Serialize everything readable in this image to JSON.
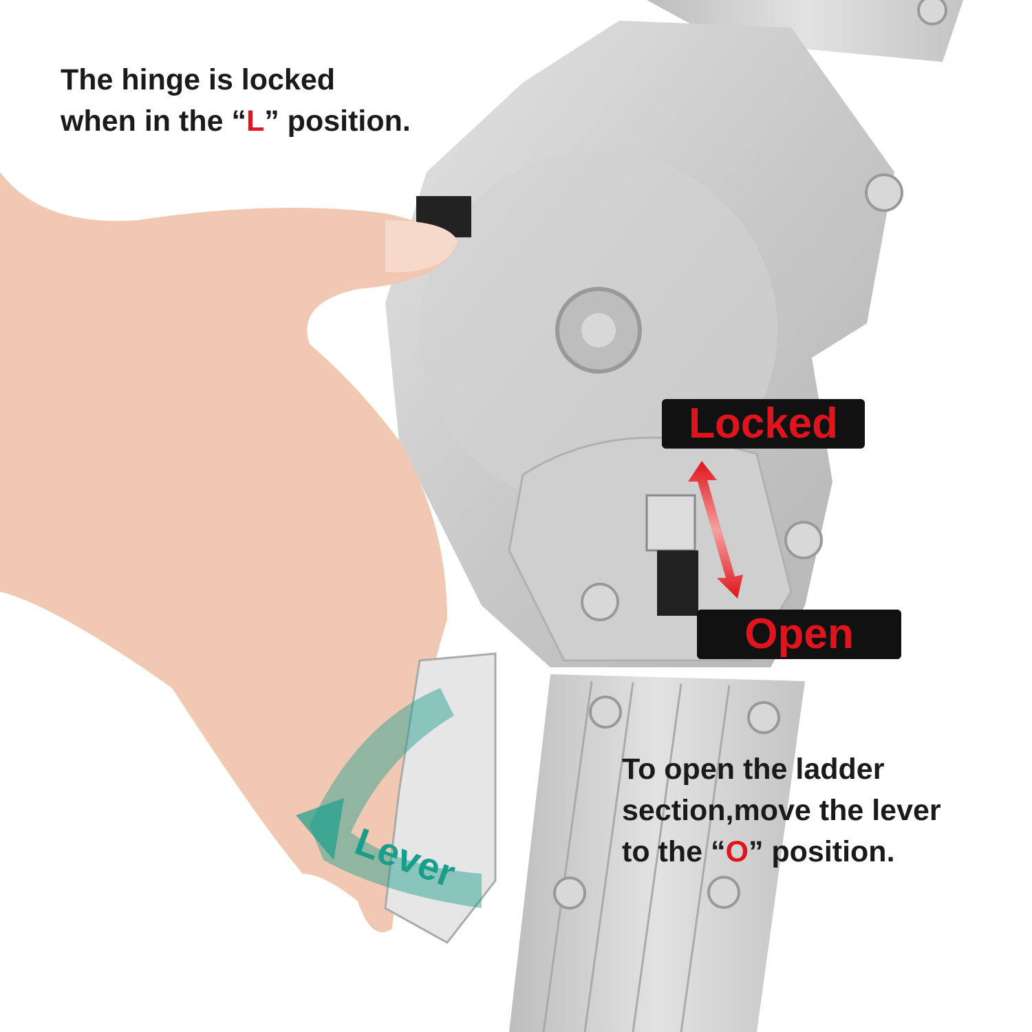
{
  "top_caption": {
    "line1": "The hinge is locked",
    "line2_before": "when in the “",
    "line2_letter": "L",
    "line2_after": "” position."
  },
  "labels": {
    "locked": "Locked",
    "open": "Open",
    "lever": "Lever"
  },
  "bottom_caption": {
    "line1": "To open the ladder",
    "line2": "section,move the lever",
    "line3_before": "to the “",
    "line3_letter": "O",
    "line3_after": "” position."
  },
  "colors": {
    "accent_red": "#e0141c",
    "lever_teal": "#1a9e8c",
    "tag_bg": "#111111"
  }
}
